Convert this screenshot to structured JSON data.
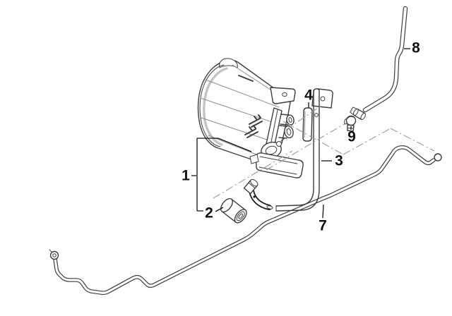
{
  "colors": {
    "background": "#ffffff",
    "line": "#3d3d3d",
    "hose": "#1f1f1f",
    "shade": "#c4c4c4",
    "seam": "#8a8a8a",
    "dash_line": "#9a9a9a",
    "label": "#111111"
  },
  "callouts": [
    {
      "label": "1"
    },
    {
      "label": "2"
    },
    {
      "label": "3"
    },
    {
      "label": "4"
    },
    {
      "label": "7"
    },
    {
      "label": "8"
    },
    {
      "label": "9"
    }
  ]
}
